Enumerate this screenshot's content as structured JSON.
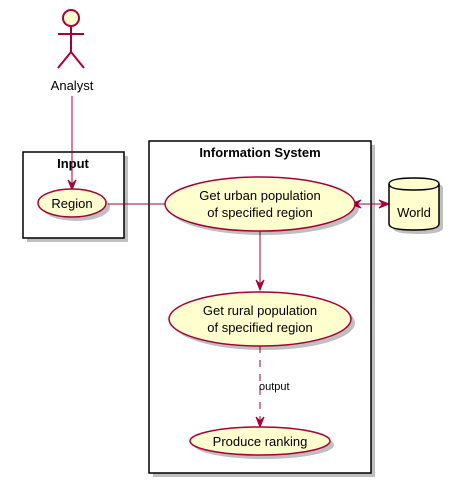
{
  "diagram": {
    "actor": {
      "label": "Analyst",
      "icon": "stick-figure-actor-icon"
    },
    "packages": [
      {
        "id": "input",
        "title": "Input"
      },
      {
        "id": "system",
        "title": "Information System"
      }
    ],
    "usecases": {
      "region": {
        "lines": [
          "Region"
        ]
      },
      "urban": {
        "lines": [
          "Get urban population",
          "of specified region"
        ]
      },
      "rural": {
        "lines": [
          "Get rural population",
          "of specified region"
        ]
      },
      "ranking": {
        "lines": [
          "Produce ranking"
        ]
      }
    },
    "database": {
      "label": "World",
      "icon": "database-cylinder-icon"
    },
    "edges": [
      {
        "from": "actor",
        "to": "region",
        "style": "solid",
        "label": ""
      },
      {
        "from": "region",
        "to": "urban",
        "style": "solid",
        "label": ""
      },
      {
        "from": "urban",
        "to": "database",
        "style": "solid-bidirectional",
        "label": ""
      },
      {
        "from": "urban",
        "to": "rural",
        "style": "solid",
        "label": ""
      },
      {
        "from": "rural",
        "to": "ranking",
        "style": "dashed",
        "label": "output"
      }
    ],
    "colors": {
      "usecase_fill": "#FEFECE",
      "edge": "#A80036",
      "border": "#000000"
    }
  }
}
